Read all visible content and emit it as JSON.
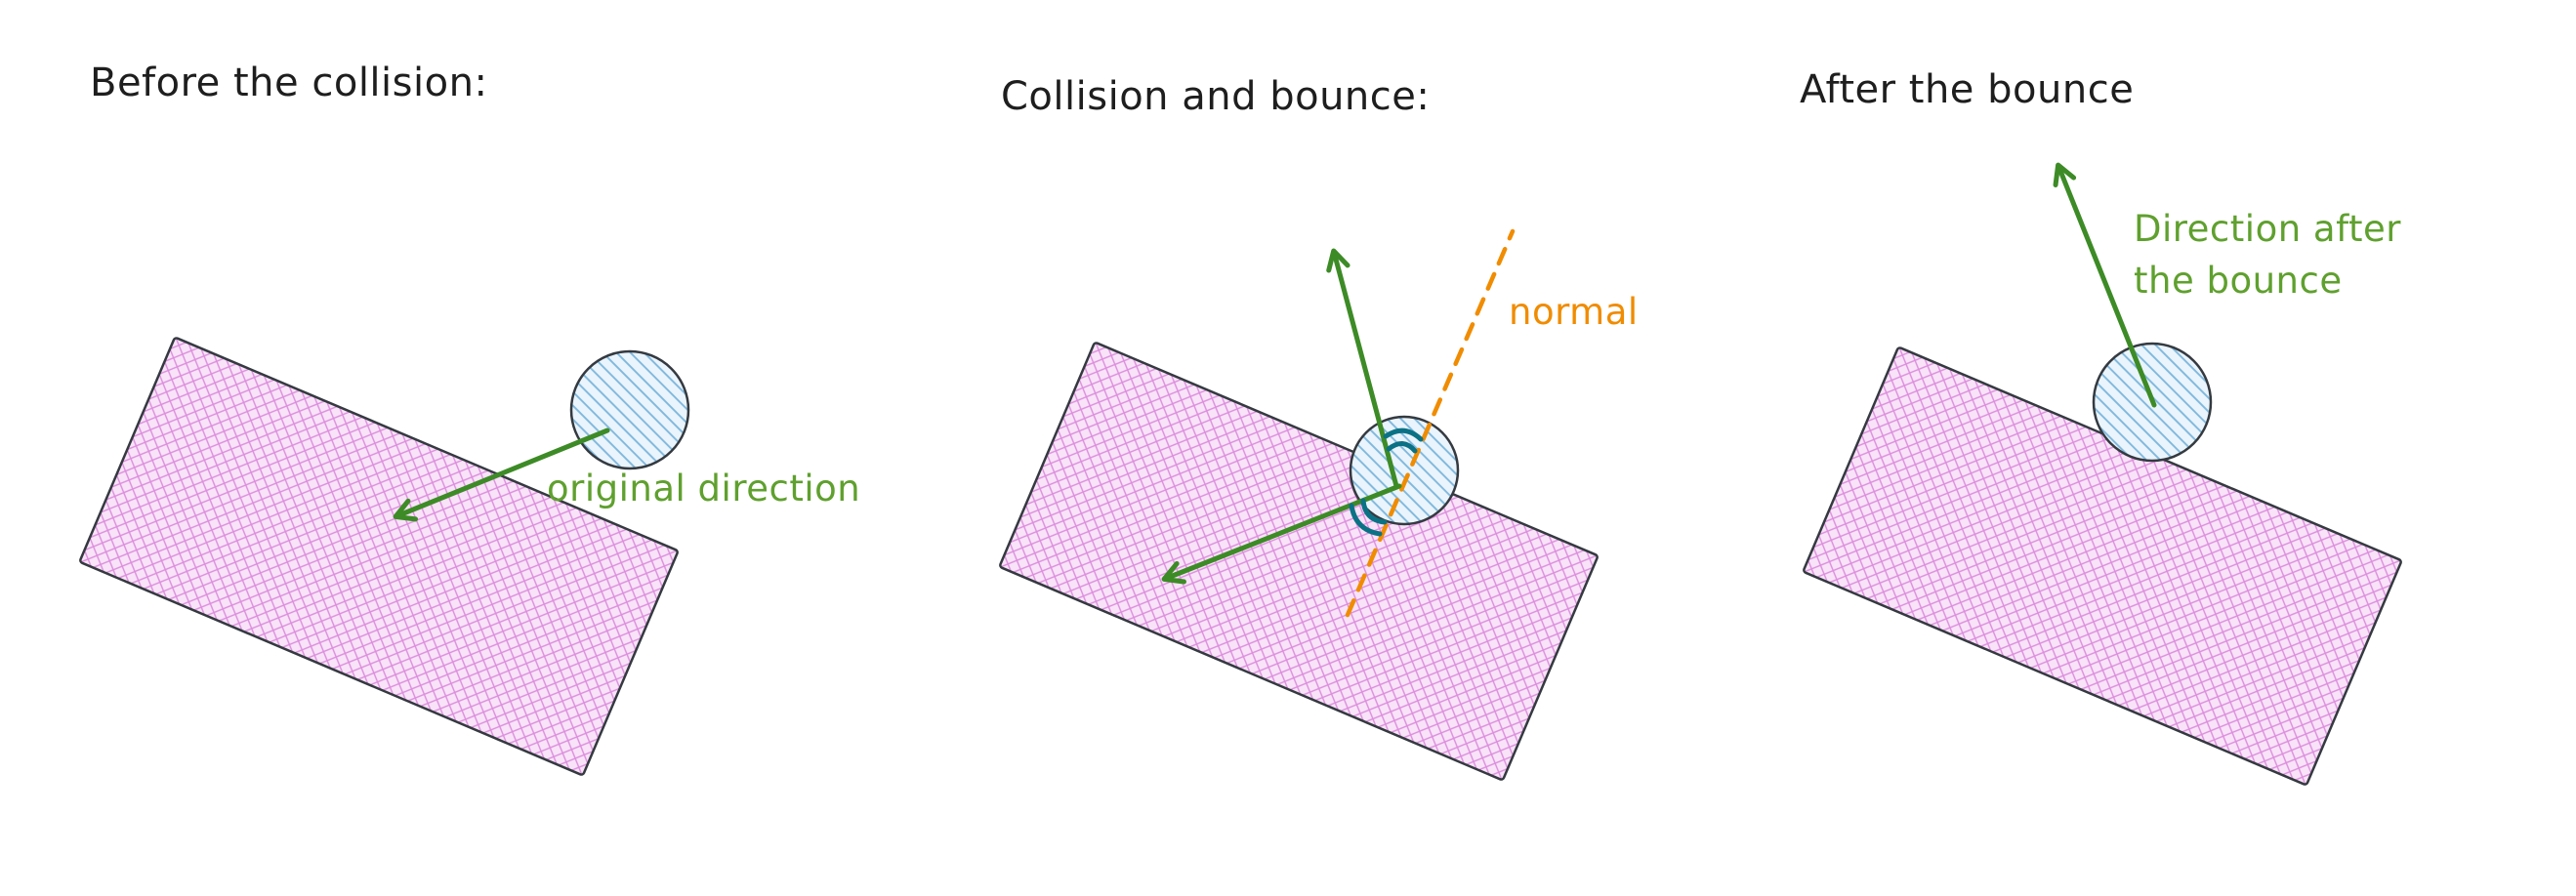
{
  "figure": {
    "description": "Three-panel hand-drawn physics diagram of a ball bouncing off an angled surface",
    "panels": [
      {
        "title": "Before the collision:",
        "direction_label": "original direction"
      },
      {
        "title": "Collision and bounce:",
        "normal_label": "normal"
      },
      {
        "title": "After the bounce",
        "direction_label_line1": "Direction after",
        "direction_label_line2": "the bounce"
      }
    ]
  },
  "colors": {
    "title_text": "#1e1e1e",
    "arrow_green": "#3d8b26",
    "label_green": "#5fa02e",
    "normal_orange": "#f08c00",
    "angle_mark_teal": "#0b7285",
    "shape_stroke": "#343a40",
    "rect_fill_base": "#f8e3f8",
    "rect_hatch": "#dd8ddd",
    "circle_fill_base": "#eaf4fc",
    "circle_hatch": "#7fb8dd",
    "background": "#ffffff"
  }
}
